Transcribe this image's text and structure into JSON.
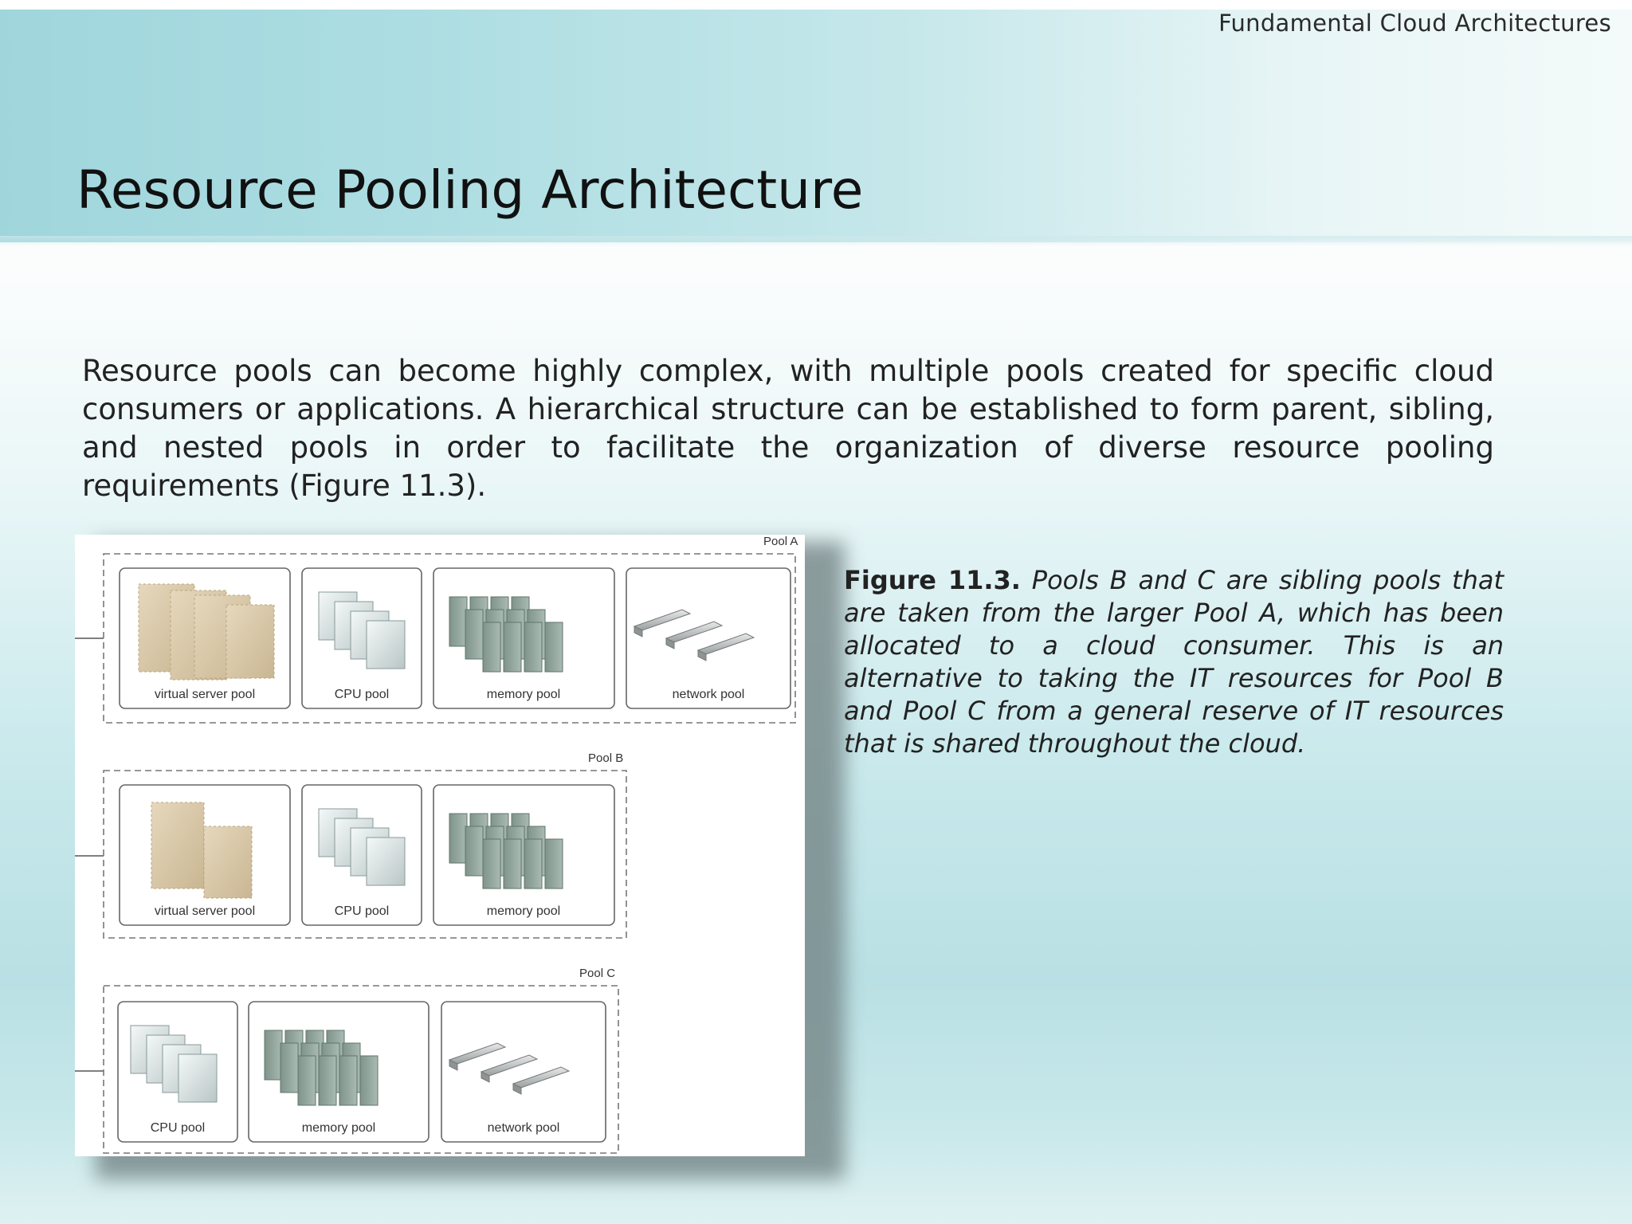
{
  "slide": {
    "section": "Fundamental Cloud Architectures",
    "title": "Resource Pooling Architecture",
    "intro": "Resource pools can become highly complex, with multiple pools created for specific cloud consumers or applications. A hierarchical structure can be established to form parent, sibling, and nested pools in order to facilitate the organization of diverse resource pooling requirements (Figure 11.3)."
  },
  "figure": {
    "caption_lead": "Figure 11.3.",
    "caption_text": "Pools B and C are sibling pools that are taken from the larger Pool A, which has been allocated to a cloud consumer. This is an alternative to taking the IT resources for Pool B and Pool C from a general reserve of IT resources that is shared throughout the cloud.",
    "pools": [
      {
        "name": "Pool A",
        "items": [
          "virtual server pool",
          "CPU pool",
          "memory pool",
          "network pool"
        ]
      },
      {
        "name": "Pool B",
        "items": [
          "virtual server pool",
          "CPU pool",
          "memory pool"
        ]
      },
      {
        "name": "Pool C",
        "items": [
          "CPU pool",
          "memory pool",
          "network pool"
        ]
      }
    ]
  },
  "colors": {
    "server_fill": "#d8c7a8",
    "memory_fill": "#8fa39a",
    "cpu_fill": "#dfe7e7",
    "network_fill": "#bfc3c3"
  }
}
